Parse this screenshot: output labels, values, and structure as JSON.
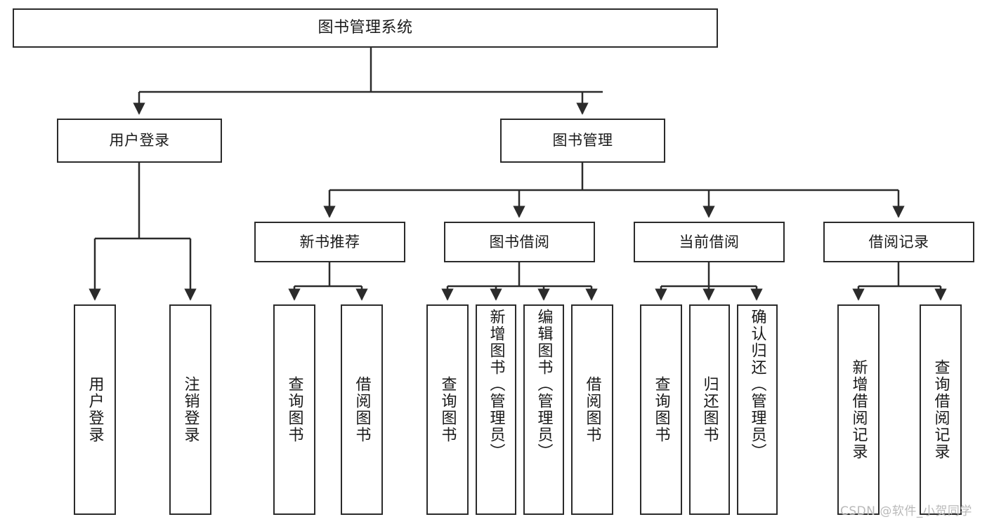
{
  "diagram": {
    "title": "图书管理系统",
    "type": "tree-hierarchy-chart",
    "nodes": {
      "root": {
        "label": "图书管理系统"
      },
      "user_login": {
        "label": "用户登录"
      },
      "book_mgmt": {
        "label": "图书管理"
      },
      "new_book_rec": {
        "label": "新书推荐"
      },
      "book_borrow": {
        "label": "图书借阅"
      },
      "current_borrow": {
        "label": "当前借阅"
      },
      "borrow_record": {
        "label": "借阅记录"
      },
      "leaf_user_login": {
        "label": "用户登录"
      },
      "leaf_logout": {
        "label": "注销登录"
      },
      "leaf_query_book_a": {
        "label": "查询图书"
      },
      "leaf_borrow_book_a": {
        "label": "借阅图书"
      },
      "leaf_query_book_b": {
        "label": "查询图书"
      },
      "leaf_add_book": {
        "label": "新增图书（管理员）"
      },
      "leaf_edit_book": {
        "label": "编辑图书（管理员）"
      },
      "leaf_borrow_book_b": {
        "label": "借阅图书"
      },
      "leaf_query_book_c": {
        "label": "查询图书"
      },
      "leaf_return_book": {
        "label": "归还图书"
      },
      "leaf_confirm_return": {
        "label": "确认归还（管理员）"
      },
      "leaf_add_record": {
        "label": "新增借阅记录"
      },
      "leaf_query_record": {
        "label": "查询借阅记录"
      }
    },
    "watermark": {
      "text": "CSDN @软件_小贺同学"
    },
    "colors": {
      "border": "#2b2b2b",
      "background": "#ffffff",
      "text": "#1a1a1a",
      "watermark": "#b9b9b9"
    }
  }
}
